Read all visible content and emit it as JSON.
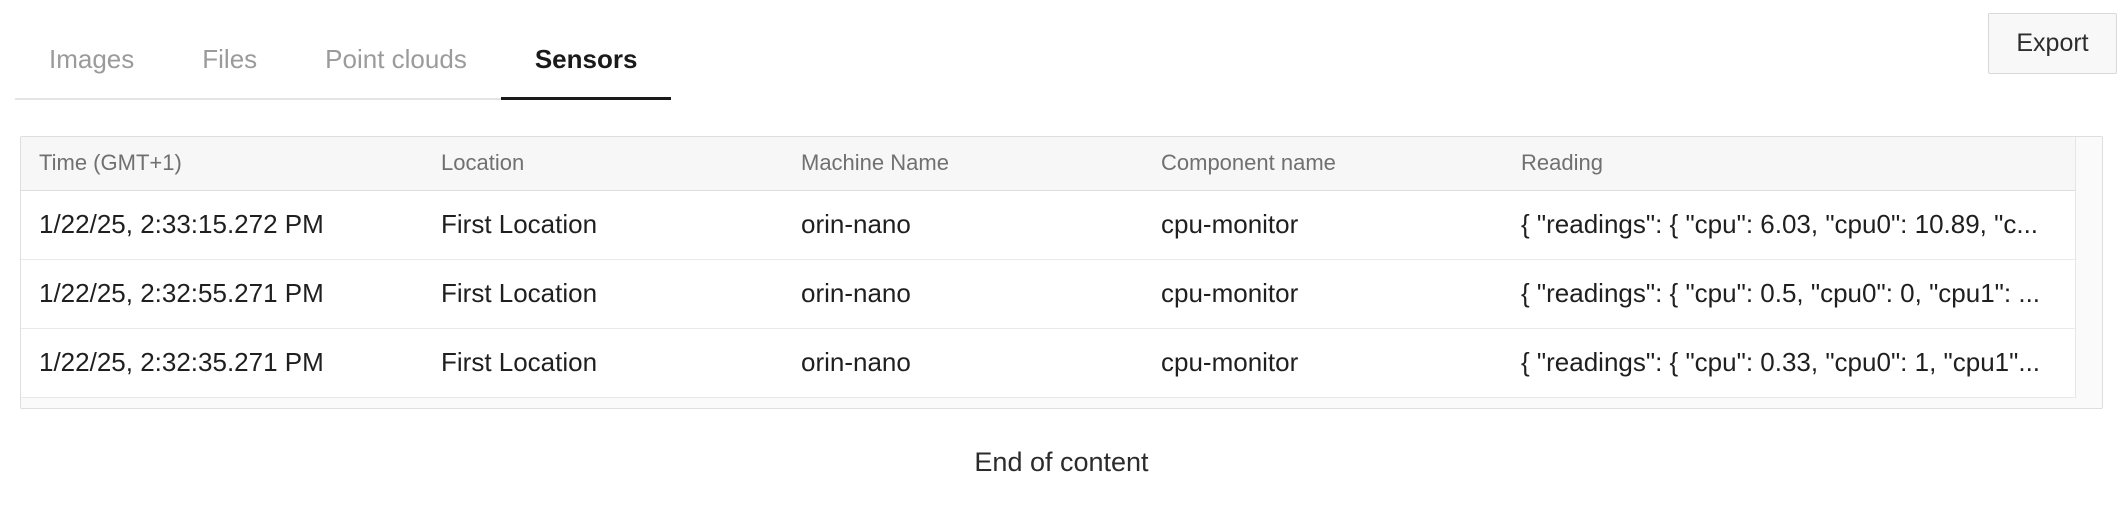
{
  "tabs": {
    "items": [
      {
        "label": "Images",
        "active": false
      },
      {
        "label": "Files",
        "active": false
      },
      {
        "label": "Point clouds",
        "active": false
      },
      {
        "label": "Sensors",
        "active": true
      }
    ]
  },
  "toolbar": {
    "export_label": "Export"
  },
  "table": {
    "columns": [
      "Time (GMT+1)",
      "Location",
      "Machine Name",
      "Component name",
      "Reading"
    ],
    "rows": [
      {
        "time": "1/22/25, 2:33:15.272 PM",
        "location": "First Location",
        "machine": "orin-nano",
        "component": "cpu-monitor",
        "reading": "{ \"readings\": { \"cpu\": 6.03, \"cpu0\": 10.89, \"c..."
      },
      {
        "time": "1/22/25, 2:32:55.271 PM",
        "location": "First Location",
        "machine": "orin-nano",
        "component": "cpu-monitor",
        "reading": "{ \"readings\": { \"cpu\": 0.5, \"cpu0\": 0, \"cpu1\": ..."
      },
      {
        "time": "1/22/25, 2:32:35.271 PM",
        "location": "First Location",
        "machine": "orin-nano",
        "component": "cpu-monitor",
        "reading": "{ \"readings\": { \"cpu\": 0.33, \"cpu0\": 1, \"cpu1\"..."
      }
    ],
    "footer": "End of content"
  },
  "colors": {
    "accent": "#1a1a1a",
    "tab-inactive": "#9b9b9b",
    "text": "#1f1f1f",
    "header-text": "#707070",
    "border": "#dedede",
    "header-bg": "#f7f7f7",
    "gutter-bg": "#fafafa",
    "button-bg": "#f8f8f8",
    "button-border": "#d9d9d9"
  }
}
